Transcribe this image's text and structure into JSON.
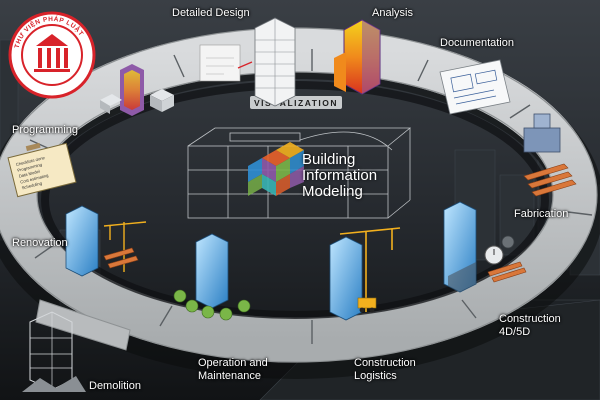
{
  "diagram": {
    "title_lines": [
      "Building",
      "Information",
      "Modeling"
    ],
    "ring_caption": "VISUALIZATION",
    "stages": [
      {
        "key": "detailed-design",
        "label": "Detailed Design"
      },
      {
        "key": "analysis",
        "label": "Analysis"
      },
      {
        "key": "documentation",
        "label": "Documentation"
      },
      {
        "key": "fabrication",
        "label": "Fabrication"
      },
      {
        "key": "construction-4d5d",
        "label": "Construction\n4D/5D"
      },
      {
        "key": "construction-logistics",
        "label": "Construction\nLogistics"
      },
      {
        "key": "operation-maintenance",
        "label": "Operation and\nMaintenance"
      },
      {
        "key": "demolition",
        "label": "Demolition"
      },
      {
        "key": "renovation",
        "label": "Renovation"
      },
      {
        "key": "programming",
        "label": "Programming"
      }
    ],
    "checklist_lines": [
      "Checklists done",
      "Programming",
      "Data Model",
      "Cost estimating",
      "Scheduling"
    ]
  },
  "logo": {
    "ring_text": "THƯ VIỆN PHÁP LUẬT",
    "colors": {
      "ring": "#d8232a",
      "inner": "#ffffff"
    }
  },
  "colors": {
    "ring_surface": "#c9ccce",
    "ring_edge": "#8e9294",
    "background": "#1b1e22",
    "cube_palette": [
      "#e9622a",
      "#7ab648",
      "#2f8fd4",
      "#8e5aa8",
      "#f2b01e",
      "#39b5b4"
    ]
  }
}
